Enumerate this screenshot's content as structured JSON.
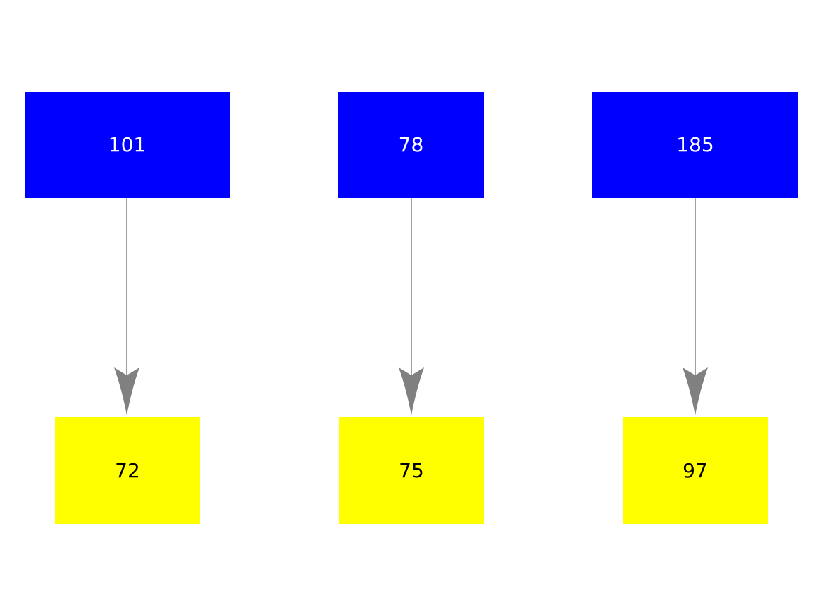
{
  "diagram": {
    "type": "graph",
    "description": "Three independent source-to-target pairs connected by downward arrows",
    "pairs": [
      {
        "source_label": "101",
        "target_label": "72"
      },
      {
        "source_label": "78",
        "target_label": "75"
      },
      {
        "source_label": "185",
        "target_label": "97"
      }
    ],
    "colors": {
      "background": "#ffffff",
      "source_fill": "#0000ff",
      "source_text": "#ffffff",
      "target_fill": "#ffff00",
      "target_text": "#000000",
      "arrow": "#808080"
    }
  }
}
